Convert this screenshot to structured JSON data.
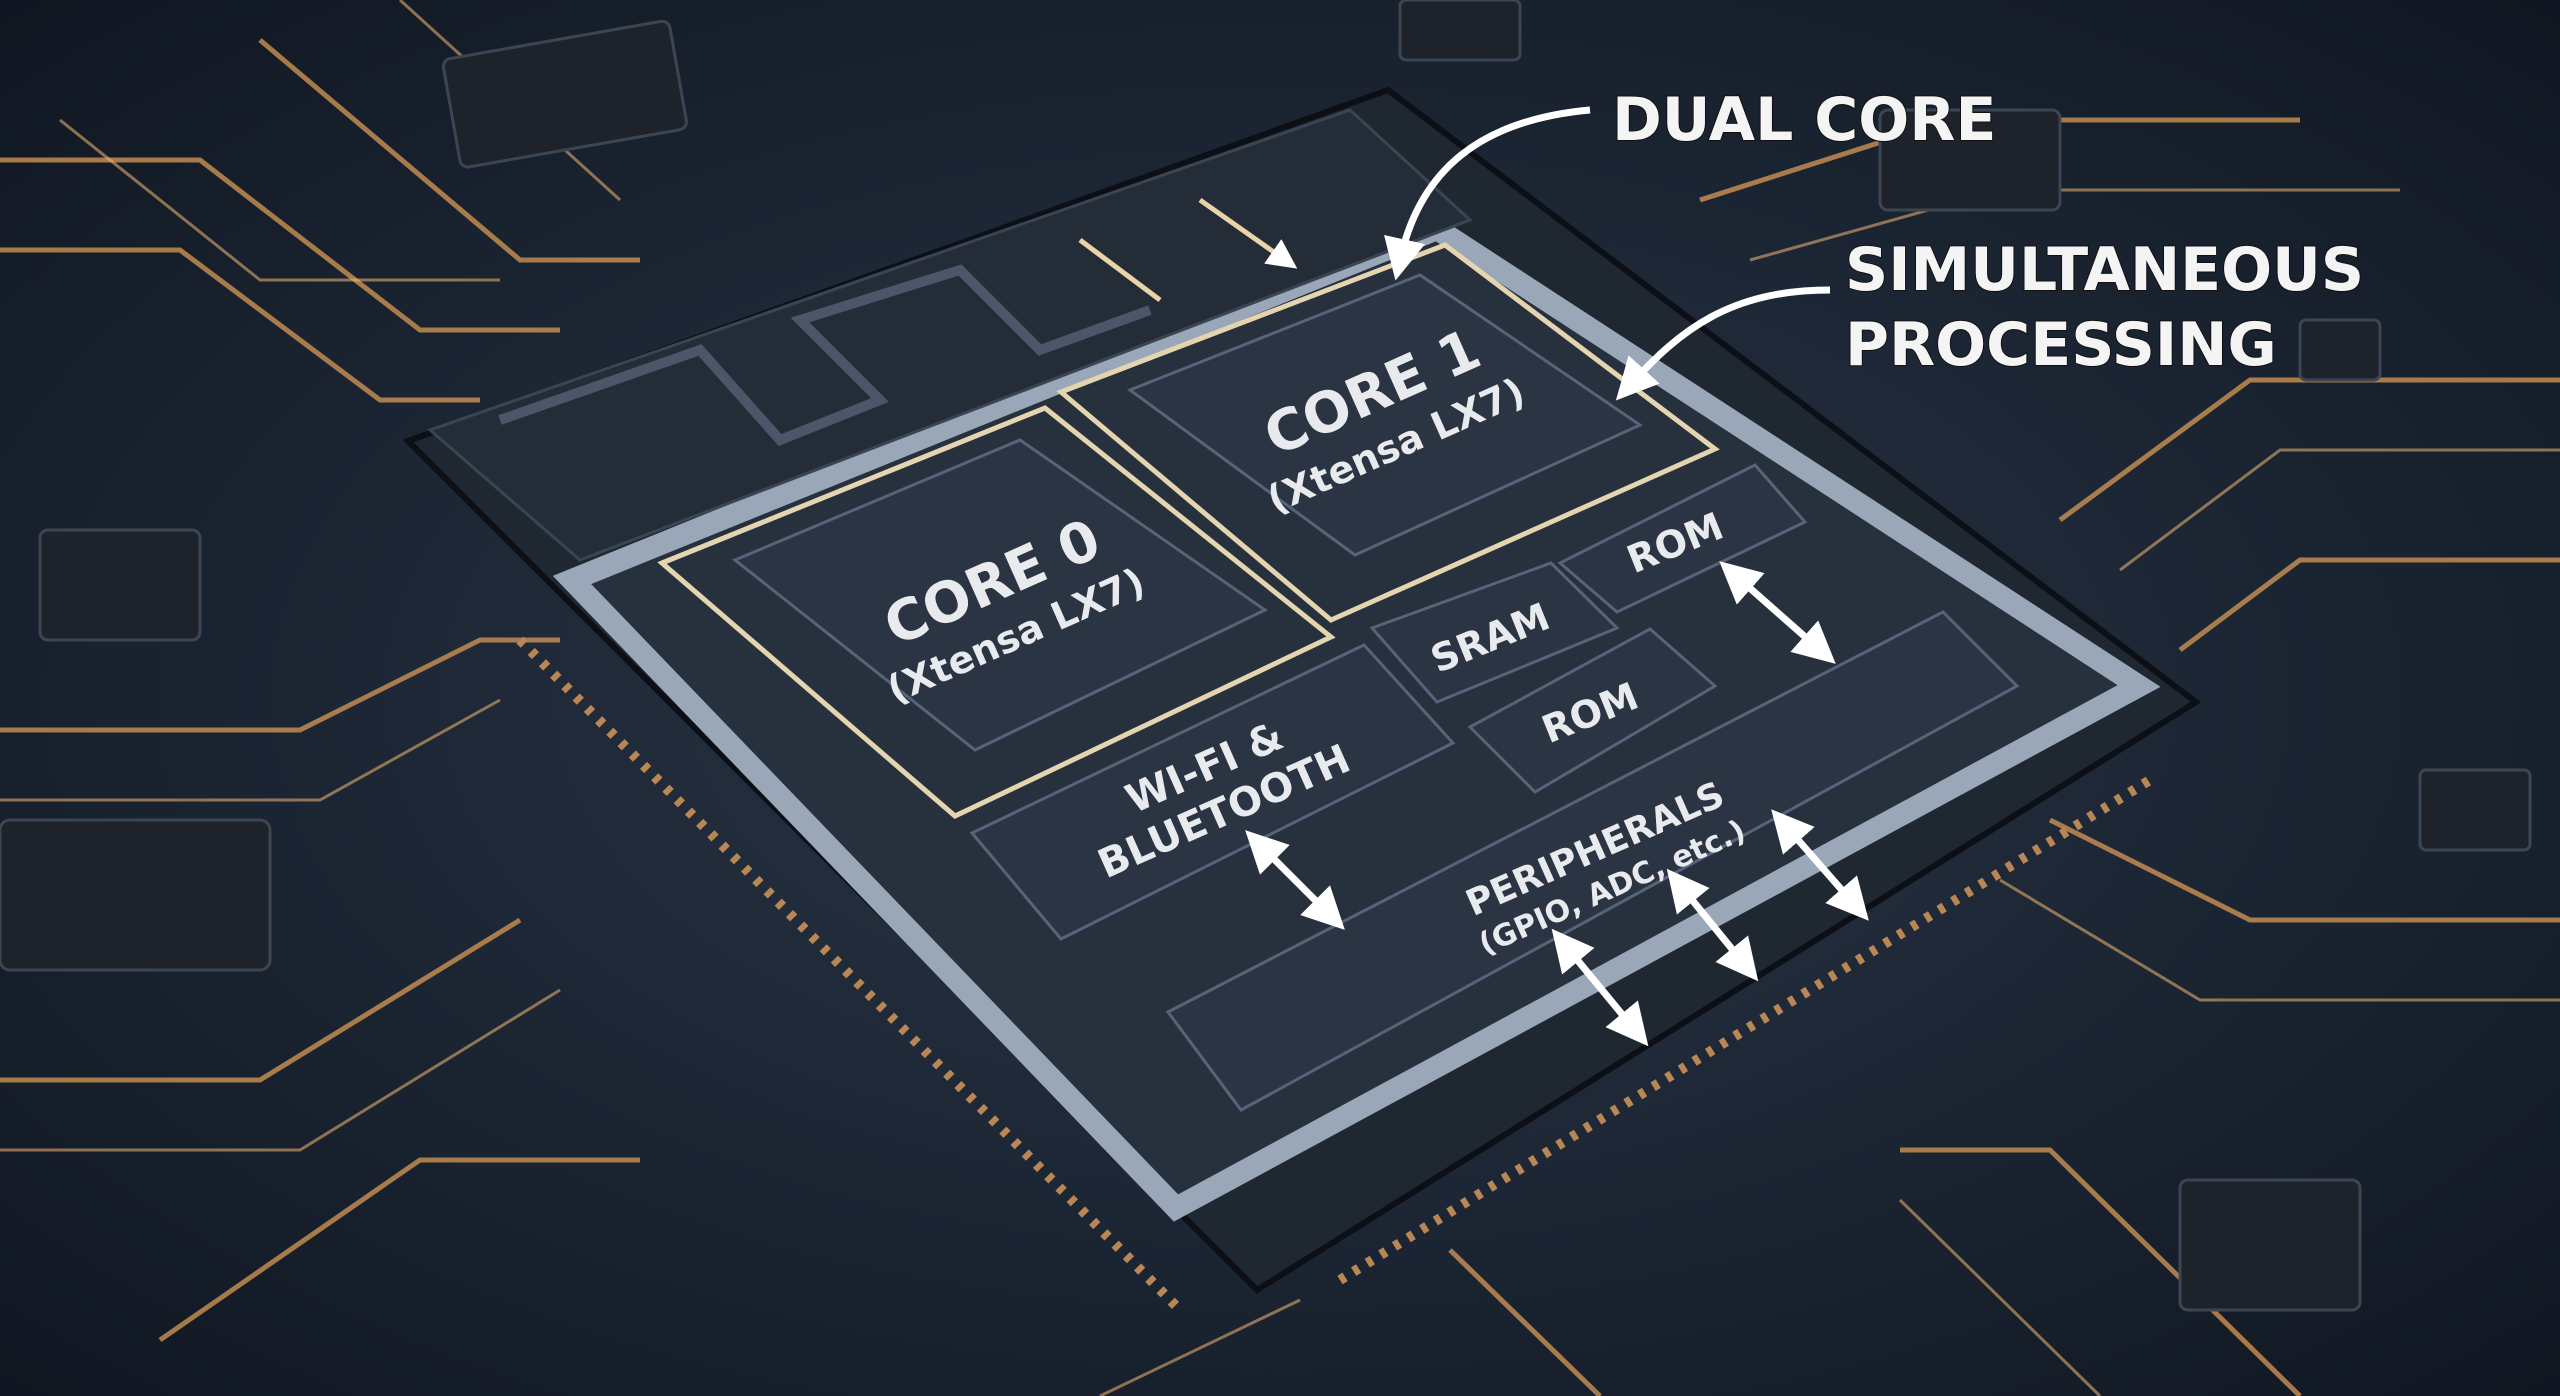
{
  "callouts": {
    "dual_core": "DUAL CORE",
    "simultaneous_line1": "SIMULTANEOUS",
    "simultaneous_line2": "PROCESSING"
  },
  "blocks": {
    "core0_title": "CORE 0",
    "core0_sub": "(Xtensa LX7)",
    "core1_title": "CORE 1",
    "core1_sub": "(Xtensa LX7)",
    "sram": "SRAM",
    "rom_top": "ROM",
    "rom_bottom": "ROM",
    "wifi_line1": "WI-FI &",
    "wifi_line2": "BLUETOOTH",
    "peripherals_line1": "PERIPHERALS",
    "peripherals_line2": "(GPIO, ADC, etc.)"
  },
  "colors": {
    "board": "#1b2533",
    "trace": "#d89a55",
    "chip": "#2a3442",
    "label": "#ffffff"
  }
}
